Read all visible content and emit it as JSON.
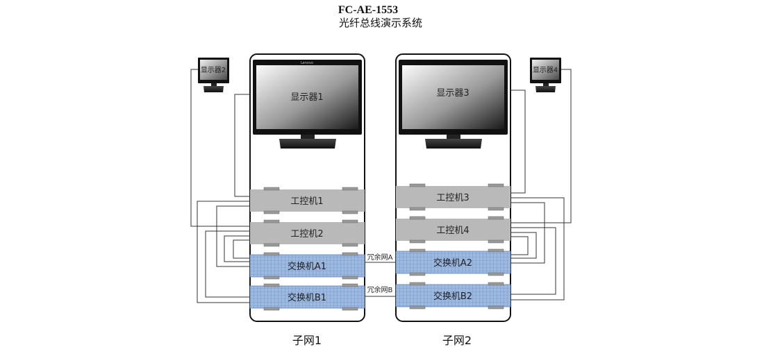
{
  "title": {
    "line1": "FC-AE-1553",
    "line2": "光纤总线演示系统"
  },
  "subnets": [
    {
      "label": "子网1",
      "monitor_main": "显示器1",
      "monitor_side": "显示器2",
      "ipc_top": "工控机1",
      "ipc_bottom": "工控机2",
      "switch_a": "交换机A1",
      "switch_b": "交换机B1"
    },
    {
      "label": "子网2",
      "monitor_main": "显示器3",
      "monitor_side": "显示器4",
      "ipc_top": "工控机3",
      "ipc_bottom": "工控机4",
      "switch_a": "交换机A2",
      "switch_b": "交换机B2"
    }
  ],
  "links": {
    "net_a": "冗余网A",
    "net_b": "冗余网B"
  },
  "monitor_brand": "Lenovo",
  "colors": {
    "ipc_fill": "#b9b9b9",
    "switch_fill": "#8fb0d9",
    "switch_grid": "#5d84bf"
  }
}
